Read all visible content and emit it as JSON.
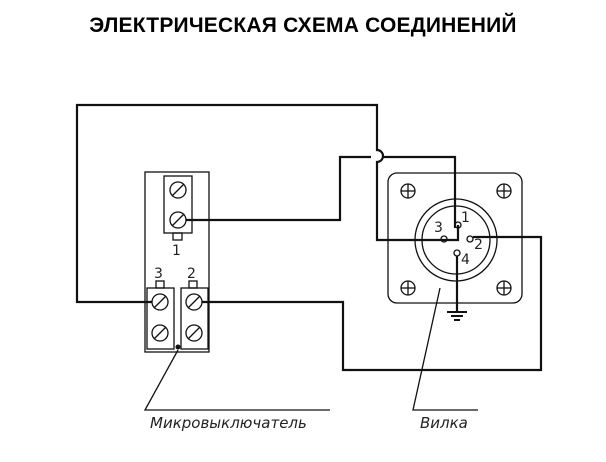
{
  "title": "ЭЛЕКТРИЧЕСКАЯ СХЕМА СОЕДИНЕНИЙ",
  "microswitch": {
    "caption": "Микровыключатель",
    "terminals": [
      "1",
      "3",
      "2"
    ]
  },
  "plug": {
    "caption": "Вилка",
    "pins": [
      "1",
      "2",
      "3",
      "4"
    ]
  }
}
